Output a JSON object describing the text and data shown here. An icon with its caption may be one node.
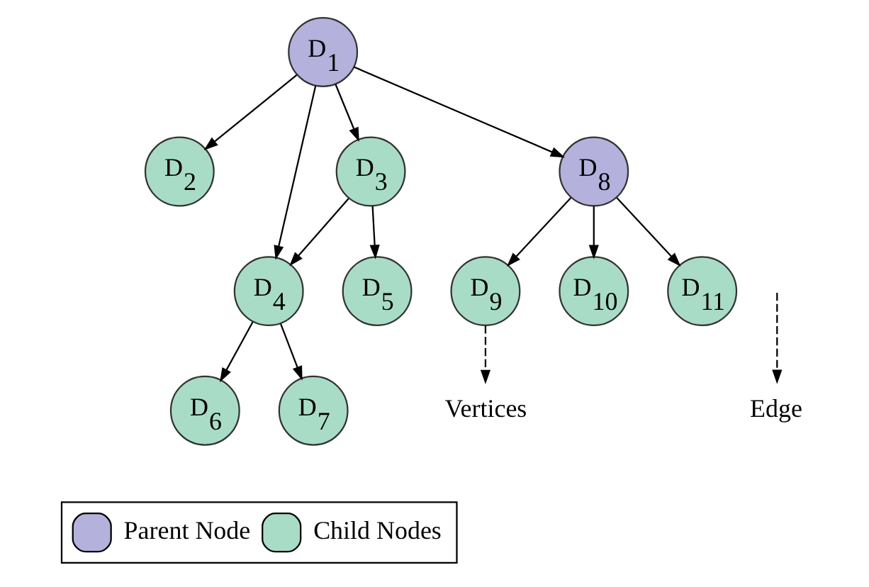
{
  "diagram": {
    "nodes": [
      {
        "text": [
          "D$_{1}$"
        ]
      },
      {
        "text": [
          "D$_{2}$"
        ]
      },
      {
        "text": [
          "D$_{3}$"
        ]
      },
      {
        "text": [
          "D$_{4}$"
        ]
      },
      {
        "text": [
          "D$_{5}$"
        ]
      },
      {
        "text": [
          "D$_{6}$"
        ]
      },
      {
        "text": [
          "D$_{7}$"
        ]
      },
      {
        "text": [
          "D$_{8}$"
        ]
      },
      {
        "text": [
          "D$_{9}$"
        ]
      },
      {
        "text": [
          "D$_{10}$"
        ]
      },
      {
        "text": [
          "D$_{11}$"
        ]
      },
      {
        "text": [
          "Vertices"
        ]
      },
      {
        "text": [
          "Edge"
        ]
      }
    ],
    "edges": [
      {
        "from": 0,
        "to": 1,
        "arrow": "to"
      },
      {
        "from": 0,
        "to": 3,
        "arrow": "to"
      },
      {
        "from": 0,
        "to": 2,
        "arrow": "to"
      },
      {
        "from": 0,
        "to": 7,
        "arrow": "to"
      },
      {
        "from": 2,
        "to": 3,
        "arrow": "to"
      },
      {
        "from": 2,
        "to": 4,
        "arrow": "to"
      },
      {
        "from": 3,
        "to": 5,
        "arrow": "to"
      },
      {
        "from": 3,
        "to": 6,
        "arrow": "to"
      },
      {
        "from": 7,
        "to": 8,
        "arrow": "to"
      },
      {
        "from": 7,
        "to": 9,
        "arrow": "to"
      },
      {
        "from": 7,
        "to": 10,
        "arrow": "to"
      },
      {
        "from": 8,
        "to": 11,
        "arrow": "to",
        "style": "dashed"
      },
      {
        "from": null,
        "to": 12,
        "arrow": "to",
        "style": "dashed"
      }
    ],
    "legend": [
      {
        "text": "Parent Node",
        "color": "#b4b1dd"
      },
      {
        "text": "Child Nodes",
        "color": "#a9dcc6"
      }
    ]
  }
}
